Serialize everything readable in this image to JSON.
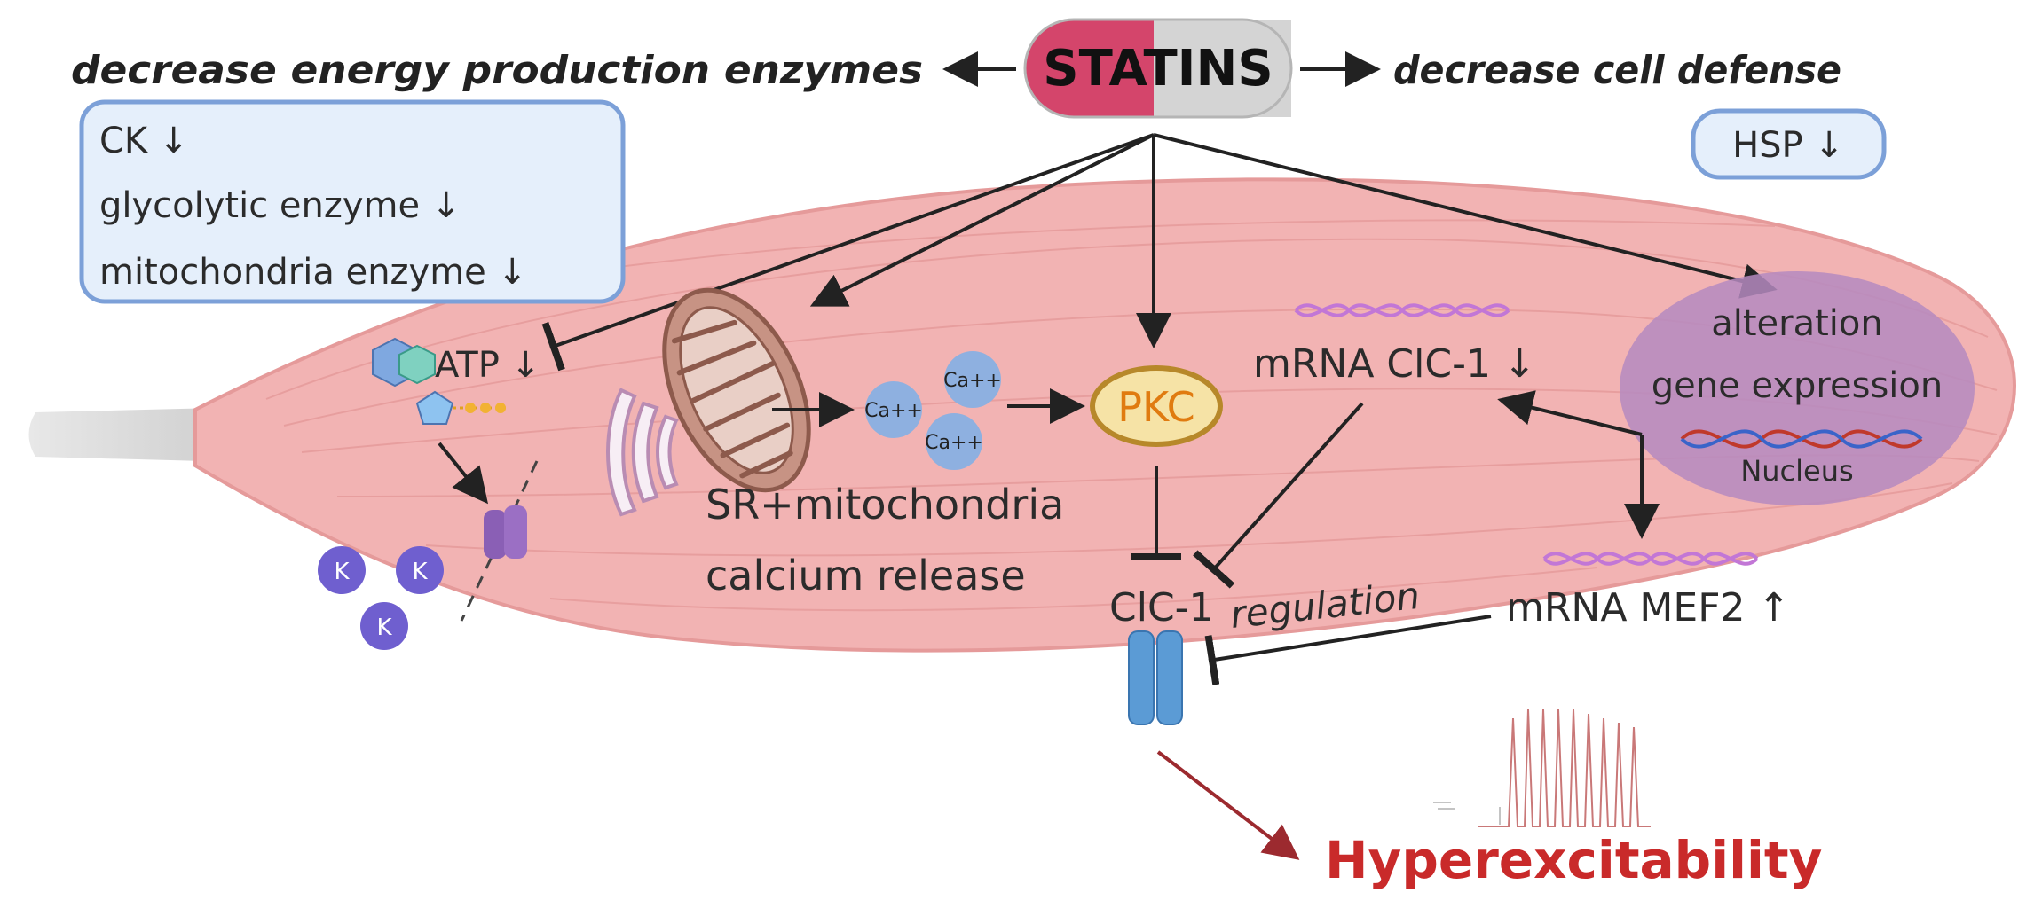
{
  "pill": {
    "label": "STATINS",
    "left_color": "#d4456b",
    "right_color": "#d4d4d4"
  },
  "headings": {
    "left": "decrease energy production enzymes",
    "right": "decrease cell defense"
  },
  "enzyme_box": {
    "items": [
      "CK ↓",
      "glycolytic enzyme ↓",
      "mitochondria enzyme ↓"
    ],
    "fill": "#e5effb",
    "border": "#7ca0d8"
  },
  "hsp_box": {
    "label": "HSP ↓"
  },
  "labels": {
    "atp": "ATP ↓",
    "ca1": "Ca++",
    "ca2": "Ca++",
    "ca3": "Ca++",
    "pkc": "PKC",
    "mrna_clc1": "mRNA ClC-1 ↓",
    "alteration": "alteration",
    "gene_expression": "gene expression",
    "nucleus": "Nucleus",
    "sr_line1": "SR+mitochondria",
    "sr_line2": "calcium release",
    "clc1": "ClC-1",
    "regulation": "regulation",
    "mrna_mef2": "mRNA MEF2 ↑",
    "k1": "K",
    "k2": "K",
    "k3": "K",
    "hyper": "Hyperexcitability"
  },
  "colors": {
    "muscle": "#f2b3b3",
    "muscle_edge": "#e59a9a",
    "tendon": "#dcdcdc",
    "pkc_fill": "#f6e3a6",
    "pkc_stroke": "#b7882a",
    "pkc_text": "#e07b10",
    "calcium": "#8eb0e0",
    "potassium": "#6f5fcf",
    "channel": "#5b9bd5",
    "nucleus": "#b58ac0",
    "hyper": "#c92a2a",
    "mrna": "#c277d6"
  }
}
